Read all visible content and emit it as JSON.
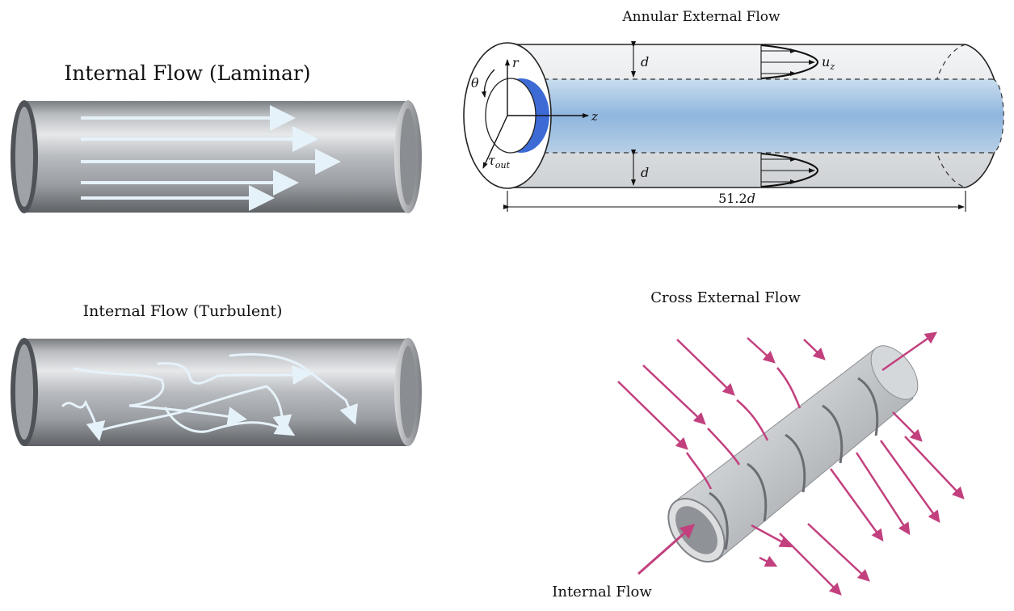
{
  "panels": {
    "laminar": {
      "title": "Internal Flow (Laminar)"
    },
    "turbulent": {
      "title": "Internal Flow (Turbulent)"
    },
    "annular": {
      "title": "Annular External Flow",
      "labels": {
        "r": "r",
        "theta": "θ",
        "z": "z",
        "tau": "τ",
        "tau_sub": "out",
        "d_top": "d",
        "d_bottom": "d",
        "u": "u",
        "u_sub": "z",
        "length_num": "51.2",
        "length_var": "d"
      }
    },
    "cross": {
      "title": "Cross External Flow",
      "internal_label": "Internal Flow"
    }
  },
  "colors": {
    "pipe_dark": "#6f7276",
    "pipe_light": "#e4e6e8",
    "flow_arrow": "#e6f2fa",
    "inner_blue": "#3d6bd6",
    "core_blue": "#a9cbe8",
    "cross_arrow": "#c2407e"
  }
}
